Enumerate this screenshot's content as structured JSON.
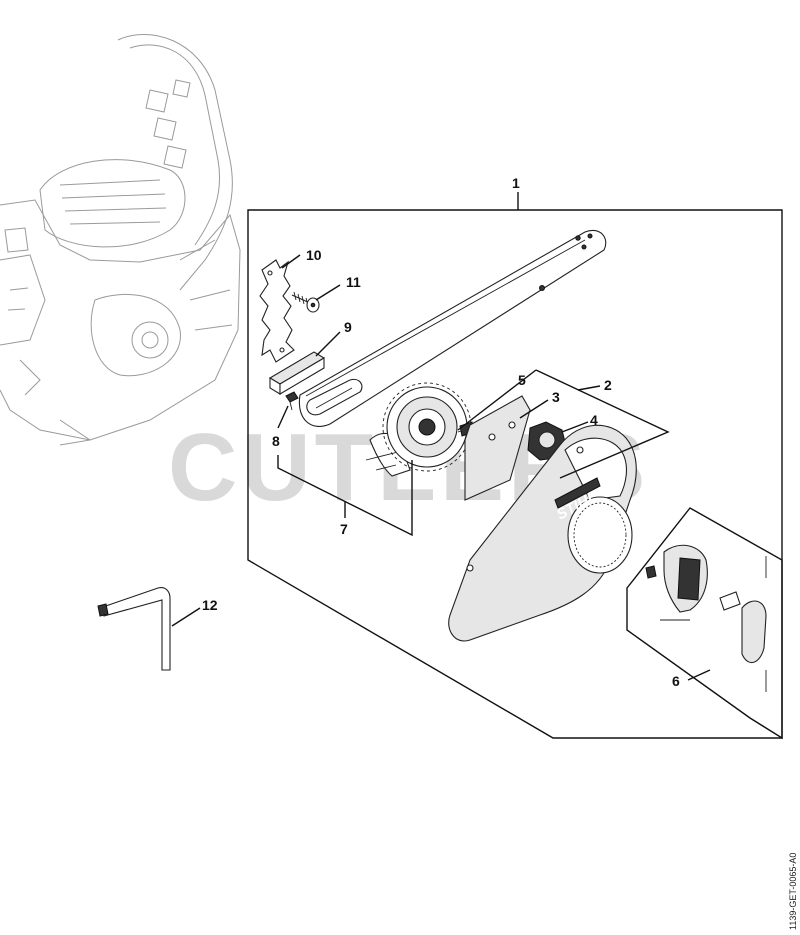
{
  "watermark": "CUTLERS",
  "document_id": "1139-GET-0065-A0",
  "brand_logo": "STIHL",
  "callouts": [
    {
      "id": "c1",
      "label": "1"
    },
    {
      "id": "c2",
      "label": "2"
    },
    {
      "id": "c3",
      "label": "3"
    },
    {
      "id": "c4",
      "label": "4"
    },
    {
      "id": "c5",
      "label": "5"
    },
    {
      "id": "c6",
      "label": "6"
    },
    {
      "id": "c7",
      "label": "7"
    },
    {
      "id": "c8",
      "label": "8"
    },
    {
      "id": "c9",
      "label": "9"
    },
    {
      "id": "c10",
      "label": "10"
    },
    {
      "id": "c11",
      "label": "11"
    },
    {
      "id": "c12",
      "label": "12"
    }
  ]
}
